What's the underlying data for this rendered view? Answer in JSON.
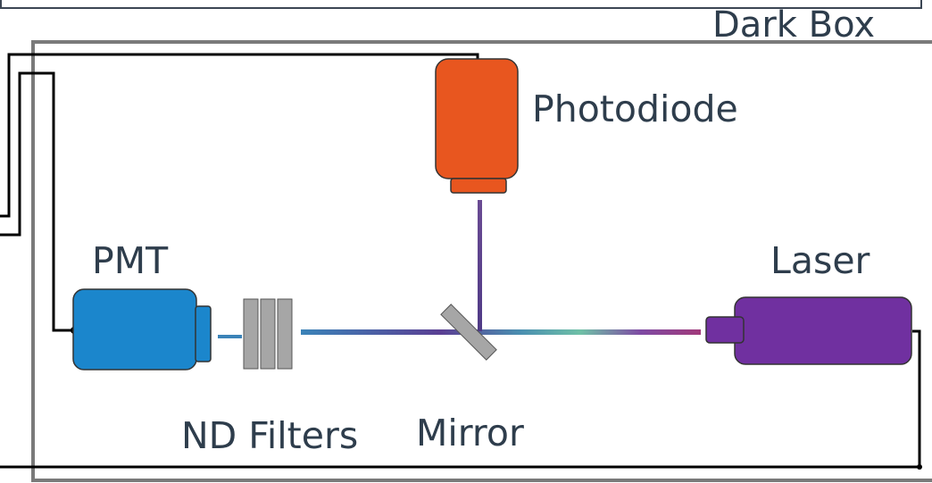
{
  "labels": {
    "dark_box": "Dark Box",
    "photodiode": "Photodiode",
    "pmt": "PMT",
    "laser": "Laser",
    "nd_filters": "ND Filters",
    "mirror": "Mirror"
  },
  "colors": {
    "photodiode": "#e8561f",
    "pmt": "#1b86cc",
    "laser": "#7030a0",
    "filter": "#a6a6a6",
    "dark_box_border": "#7a7a7a",
    "text": "#2e3d4c"
  }
}
